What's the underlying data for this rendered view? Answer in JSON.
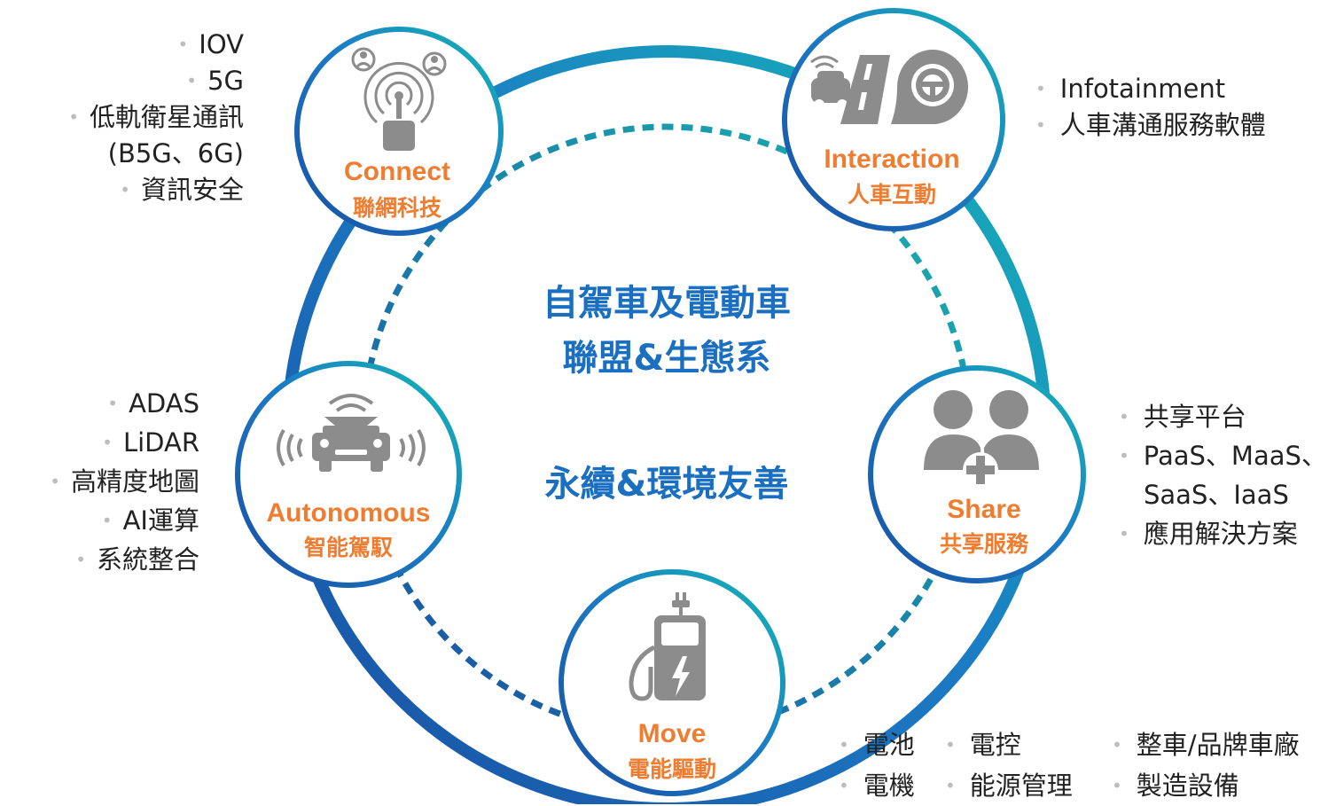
{
  "center": {
    "line1": "自駕車及電動車",
    "line2": "聯盟&生態系",
    "line3": "永續&環境友善"
  },
  "nodes": {
    "connect": {
      "en": "Connect",
      "zh": "聯網科技",
      "icon": "wireless-people-icon"
    },
    "interaction": {
      "en": "Interaction",
      "zh": "人車互動",
      "icon": "car-road-steering-icon"
    },
    "share": {
      "en": "Share",
      "zh": "共享服務",
      "icon": "shared-users-icon"
    },
    "move": {
      "en": "Move",
      "zh": "電能驅動",
      "icon": "ev-charger-icon"
    },
    "autonomous": {
      "en": "Autonomous",
      "zh": "智能駕馭",
      "icon": "autonomous-car-icon"
    }
  },
  "lists": {
    "connect": [
      "IOV",
      "5G",
      "低軌衛星通訊",
      "(B5G、6G)",
      "資訊安全"
    ],
    "interaction": [
      "Infotainment",
      "人車溝通服務軟體"
    ],
    "share": [
      "共享平台",
      "PaaS、MaaS、",
      "SaaS、IaaS",
      "應用解決方案"
    ],
    "autonomous": [
      "ADAS",
      "LiDAR",
      "高精度地圖",
      "AI運算",
      "系統整合"
    ],
    "move_col1": [
      "電池",
      "電機"
    ],
    "move_col2": [
      "電控",
      "能源管理"
    ],
    "move_col3": [
      "整車/品牌車廠",
      "製造設備"
    ]
  },
  "colors": {
    "ring_blue": "#1a5fae",
    "ring_teal": "#12b5b1",
    "accent_orange": "#ee7d31",
    "title_blue": "#1a6fc0",
    "icon_gray": "#8c8c8c"
  }
}
